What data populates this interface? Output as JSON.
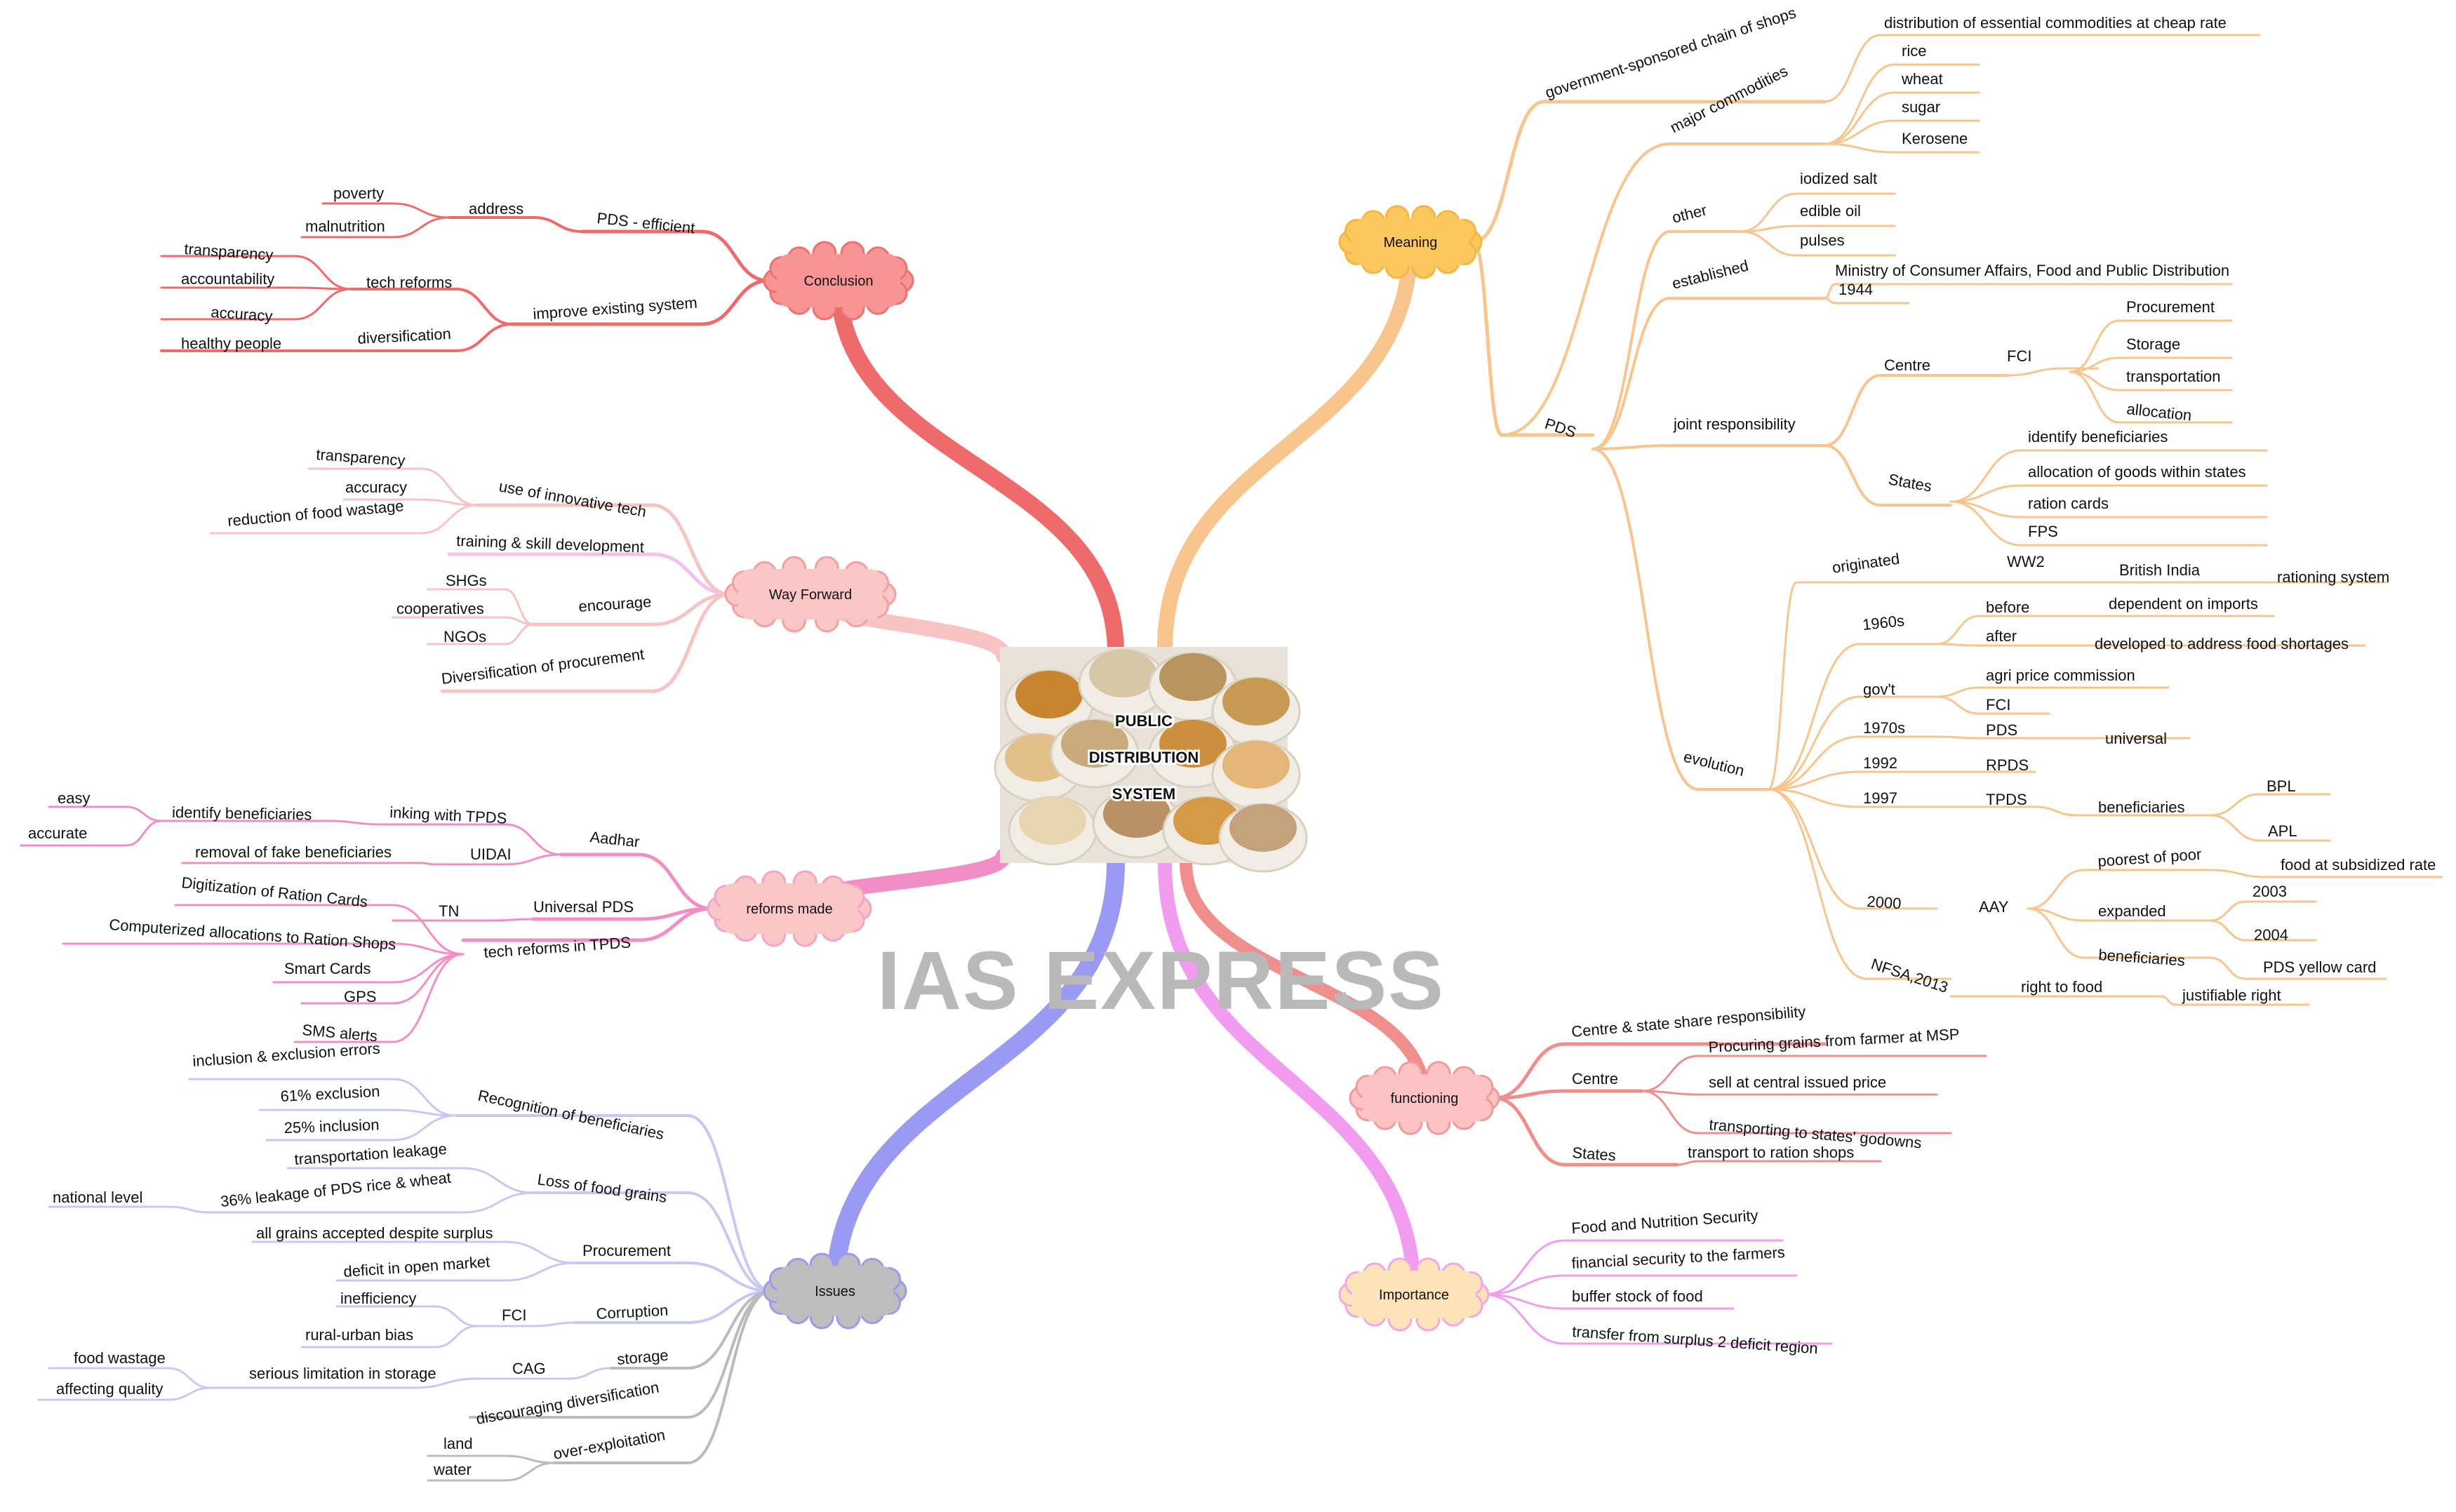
{
  "center": {
    "title_lines": [
      "PUBLIC",
      "DISTRIBUTION",
      "SYSTEM"
    ]
  },
  "watermark": "IAS EXPRESS",
  "branches": [
    {
      "id": "meaning",
      "label": "Meaning",
      "color": "#f8c58f",
      "fill": "#fcc75d",
      "stroke": "#f6b544",
      "labels": [
        "government-sponsored chain of shops",
        "distribution of essential commodities at cheap rate",
        "major commodities",
        "rice",
        "wheat",
        "sugar",
        "Kerosene",
        "PDS",
        "other",
        "iodized salt",
        "edible oil",
        "pulses",
        "established",
        "Ministry of Consumer Affairs, Food and Public Distribution",
        "1944",
        "joint responsibility",
        "Centre",
        "FCI",
        "Procurement",
        "Storage",
        "transportation",
        "allocation",
        "States",
        "identify beneficiaries",
        "allocation of goods within states",
        "ration cards",
        "FPS",
        "evolution",
        "originated",
        "WW2",
        "British India",
        "rationing system",
        "1960s",
        "before",
        "dependent on imports",
        "after",
        "developed to address food shortages",
        "gov't",
        "agri price commission",
        "FCI",
        "1970s",
        "PDS",
        "universal",
        "1992",
        "RPDS",
        "1997",
        "TPDS",
        "beneficiaries",
        "BPL",
        "APL",
        "2000",
        "AAY",
        "poorest of poor",
        "food at subsidized rate",
        "expanded",
        "2003",
        "2004",
        "beneficiaries",
        "PDS yellow card",
        "NFSA,2013",
        "right to food",
        "justifiable right"
      ]
    },
    {
      "id": "functioning",
      "label": "functioning",
      "color": "#f08e8e",
      "fill": "#fbc3c3",
      "stroke": "#f29a9a",
      "labels": [
        "Centre & state share responsibility",
        "Centre",
        "Procuring grains from farmer at MSP",
        "sell at central issued price",
        "transporting to states' godowns",
        "States",
        "transport to ration shops"
      ]
    },
    {
      "id": "importance",
      "label": "Importance",
      "color": "#f29cf0",
      "fill": "#fde3b8",
      "stroke": "#f3a6ea",
      "labels": [
        "Food and Nutrition Security",
        "financial security to the farmers",
        "buffer stock of food",
        "transfer from surplus 2 deficit region"
      ]
    },
    {
      "id": "issues",
      "label": "Issues",
      "color": "#c8c8f5",
      "fill": "#bdbdbd",
      "stroke": "#9a9af0",
      "labels": [
        "Recognition of beneficiaries",
        "inclusion & exclusion errors",
        "61% exclusion",
        "25% inclusion",
        "Loss of food grains",
        "transportation leakage",
        "36% leakage of PDS rice & wheat",
        "national level",
        "Procurement",
        "all grains accepted despite surplus",
        "deficit in open market",
        "Corruption",
        "FCI",
        "inefficiency",
        "rural-urban bias",
        "storage",
        "CAG",
        "serious limitation in storage",
        "food wastage",
        "affecting quality",
        "discouraging diversification",
        "over-exploitation",
        "land",
        "water"
      ]
    },
    {
      "id": "reforms",
      "label": "reforms made",
      "color": "#f28ec6",
      "fill": "#fbc6c6",
      "stroke": "#f4a4c8",
      "labels": [
        "Aadhar",
        "inking with TPDS",
        "identify beneficiaries",
        "easy",
        "accurate",
        "UIDAI",
        "removal of fake beneficiaries",
        "Universal PDS",
        "TN",
        "tech reforms in TPDS",
        "Digitization of Ration Cards",
        "Computerized allocations to Ration Shops",
        "Smart Cards",
        "GPS",
        "SMS alerts"
      ]
    },
    {
      "id": "wayforward",
      "label": "Way Forward",
      "color": "#f7c3c3",
      "fill": "#fbc6c6",
      "stroke": "#f3a0a0",
      "labels": [
        "use of innovative tech",
        "transparency",
        "accuracy",
        "reduction of food wastage",
        "training & skill development",
        "encourage",
        "SHGs",
        "cooperatives",
        "NGOs",
        "Diversification of procurement"
      ]
    },
    {
      "id": "conclusion",
      "label": "Conclusion",
      "color": "#ef6b6b",
      "fill": "#f99494",
      "stroke": "#ef7070",
      "labels": [
        "PDS - efficient",
        "address",
        "poverty",
        "malnutrition",
        "improve existing system",
        "tech reforms",
        "transparency",
        "accountability",
        "accuracy",
        "diversification",
        "healthy people"
      ]
    }
  ]
}
